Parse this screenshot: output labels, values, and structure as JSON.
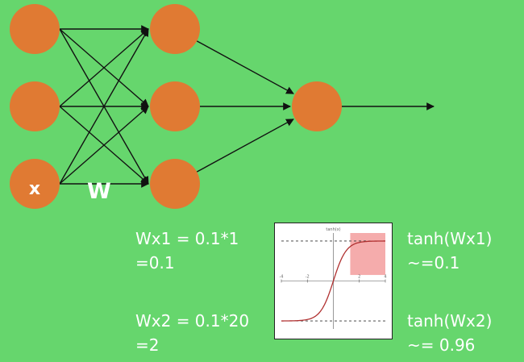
{
  "network": {
    "input_label": "x",
    "weight_label": "W",
    "colors": {
      "neuron": "#e07a33",
      "edge": "#111111",
      "background": "#66d66d"
    }
  },
  "equations": {
    "wx1_line1": "Wx1 = 0.1*1",
    "wx1_line2": "=0.1",
    "wx2_line1": "Wx2 = 0.1*20",
    "wx2_line2": "=2",
    "tanh1_line1": "tanh(Wx1)",
    "tanh1_line2": "~=0.1",
    "tanh2_line1": "tanh(Wx2)",
    "tanh2_line2": "~= 0.96"
  },
  "chart_data": {
    "type": "line",
    "title": "tanh(x)",
    "function": "tanh",
    "xlim": [
      -4,
      4
    ],
    "ylim": [
      -1.2,
      1.2
    ],
    "x_ticks": [
      -4,
      -2,
      0,
      2,
      4
    ],
    "x_tick_labels": [
      "-4",
      "-2",
      "",
      "2",
      "4"
    ],
    "asymptotes": [
      1,
      -1
    ],
    "highlight_region": {
      "x_from": 1.3,
      "x_to": 4,
      "y_from": 0.15,
      "y_to": 1.2,
      "color": "#f4a3a3"
    },
    "series": [
      {
        "values_x": [
          -4,
          -3,
          -2,
          -1.5,
          -1,
          -0.5,
          0,
          0.5,
          1,
          1.5,
          2,
          3,
          4
        ],
        "values_y": [
          -0.999,
          -0.995,
          -0.964,
          -0.905,
          -0.762,
          -0.462,
          0,
          0.462,
          0.762,
          0.905,
          0.964,
          0.995,
          0.999
        ],
        "color": "#b03030"
      }
    ]
  }
}
